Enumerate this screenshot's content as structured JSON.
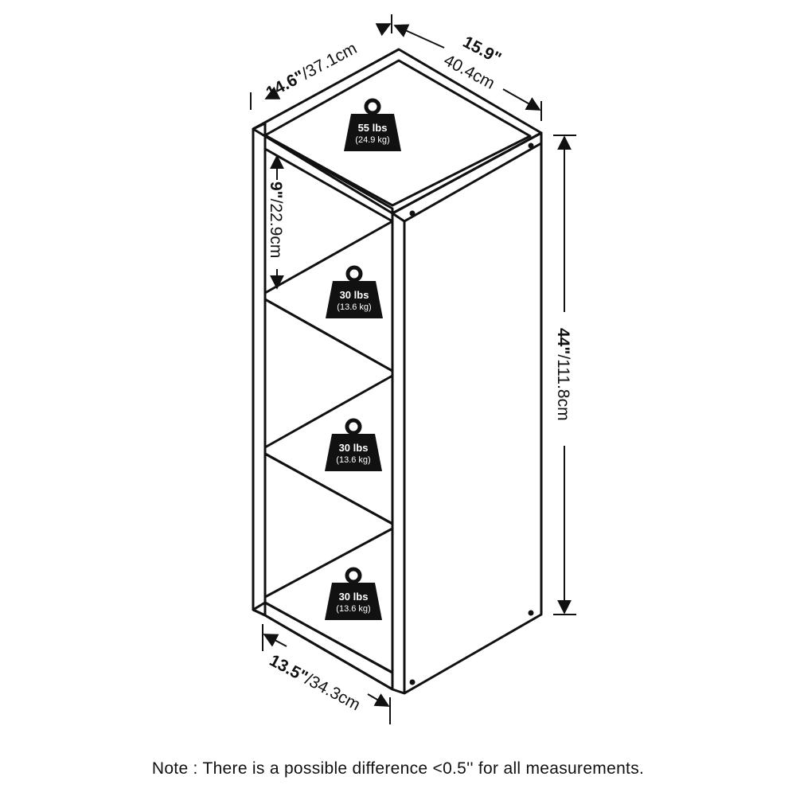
{
  "dimensions": {
    "depth_top": {
      "imperial": "14.6\"",
      "metric": "/37.1cm"
    },
    "width_top": {
      "imperial": "15.9\"",
      "metric": "40.4cm"
    },
    "height": {
      "imperial": "44\"",
      "metric": "/111.8cm"
    },
    "shelf_gap": {
      "imperial": "9\"",
      "metric": "/22.9cm"
    },
    "depth_bottom": {
      "imperial": "13.5\"",
      "metric": "/34.3cm"
    }
  },
  "weights": [
    {
      "main": "55 lbs",
      "sub": "(24.9 kg)"
    },
    {
      "main": "30 lbs",
      "sub": "(13.6 kg)"
    },
    {
      "main": "30 lbs",
      "sub": "(13.6 kg)"
    },
    {
      "main": "30 lbs",
      "sub": "(13.6 kg)"
    }
  ],
  "note": "Note : There is a possible difference <0.5'' for all measurements.",
  "colors": {
    "line": "#111111",
    "weight": "#111111",
    "background": "#ffffff"
  }
}
